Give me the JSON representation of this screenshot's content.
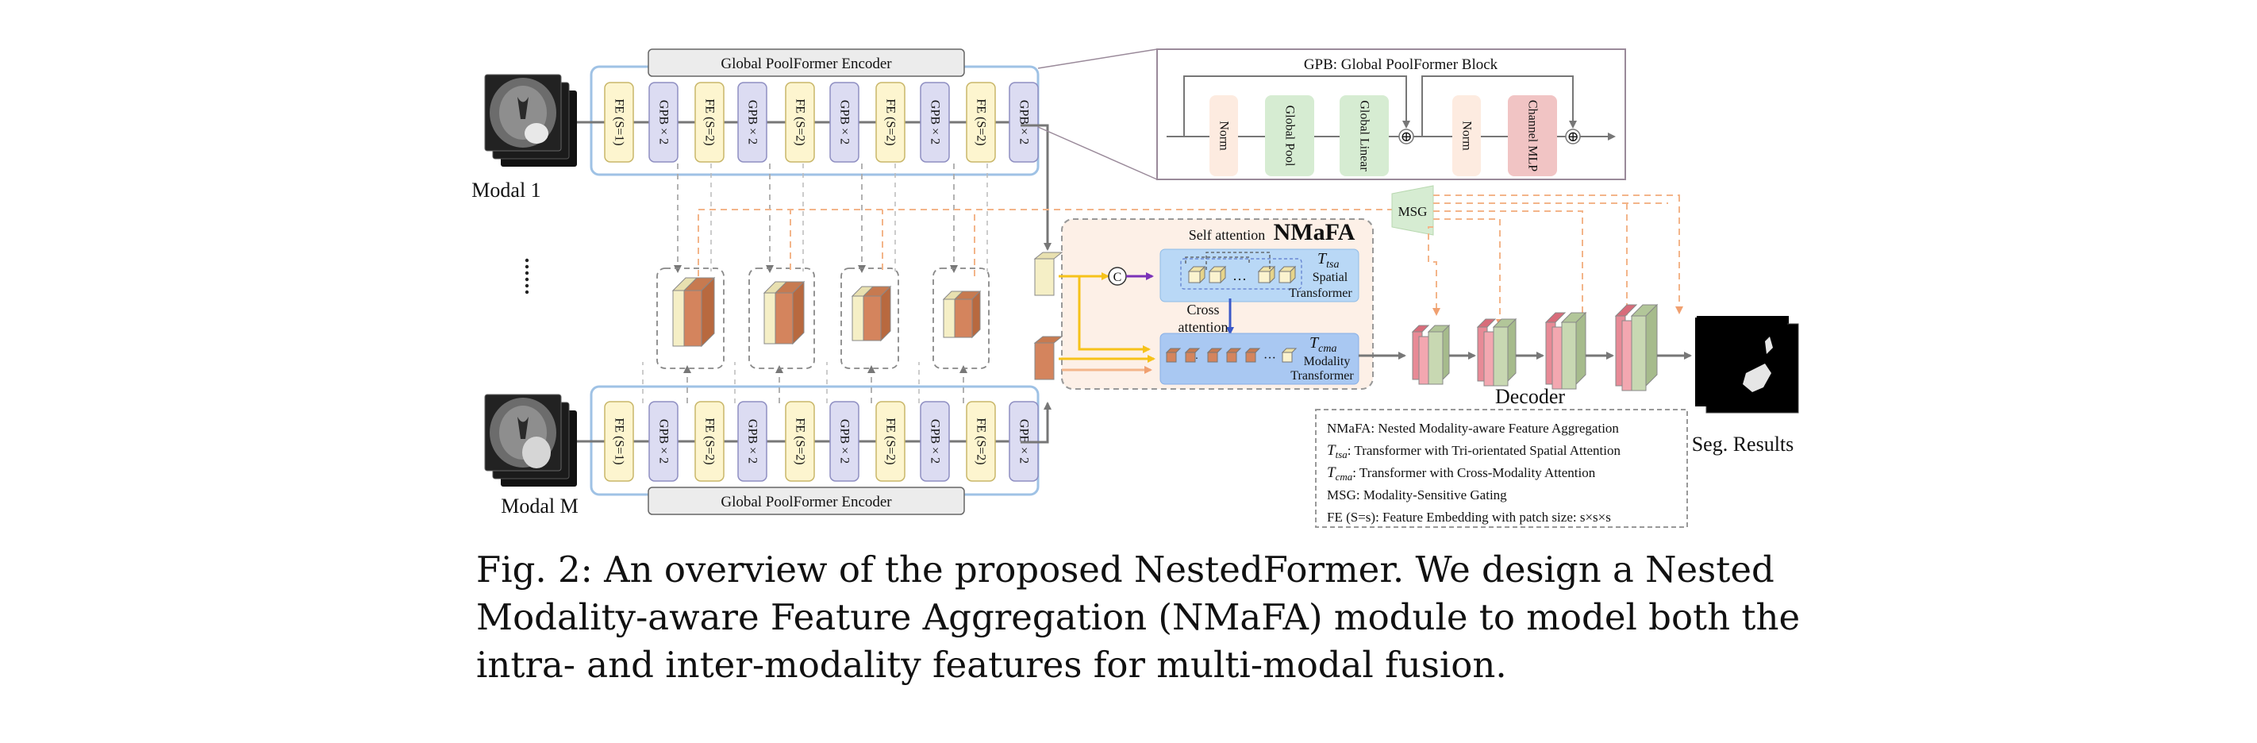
{
  "encoder": {
    "top_title": "Global PoolFormer Encoder",
    "bottom_title": "Global PoolFormer Encoder",
    "blocks": [
      "FE (S=1)",
      "GPB × 2",
      "FE (S=2)",
      "GPB × 2",
      "FE (S=2)",
      "GPB × 2",
      "FE (S=2)",
      "GPB × 2",
      "FE (S=2)",
      "GPB × 2"
    ]
  },
  "modal_top_label": "Modal 1",
  "modal_bottom_label": "Modal M",
  "gpb": {
    "title": "GPB: Global PoolFormer Block",
    "blocks": [
      "Norm",
      "Global Pool",
      "Global Linear",
      "Norm",
      "Channel MLP"
    ],
    "add_symbol": "⊕"
  },
  "msg_label": "MSG",
  "nmafa": {
    "title": "NMaFA",
    "self_attention": "Self attention",
    "cross_attention": "Cross attention",
    "concat_symbol": "C",
    "tsa_symbol": "T",
    "tsa_sub": "tsa",
    "tsa_desc_1": "Spatial",
    "tsa_desc_2": "Transformer",
    "cma_symbol": "T",
    "cma_sub": "cma",
    "cma_desc_1": "Modality",
    "cma_desc_2": "Transformer",
    "dots": "···"
  },
  "decoder_label": "Decoder",
  "seg_label": "Seg. Results",
  "legend": [
    {
      "sym": "",
      "sub": "",
      "text": "NMaFA: Nested Modality-aware Feature Aggregation"
    },
    {
      "sym": "T",
      "sub": "tsa",
      "text": ": Transformer with Tri-orientated Spatial Attention"
    },
    {
      "sym": "T",
      "sub": "cma",
      "text": ": Transformer with Cross-Modality Attention"
    },
    {
      "sym": "",
      "sub": "",
      "text": "MSG: Modality-Sensitive Gating"
    },
    {
      "sym": "",
      "sub": "",
      "text": "FE (S=s): Feature Embedding with patch size: s×s×s"
    }
  ],
  "caption": "Fig. 2: An overview of the proposed NestedFormer. We design a Nested Modality-aware Feature Aggregation (NMaFA) module to model both the intra- and inter-modality features for multi-modal fusion.",
  "colors": {
    "fe_fill": "#fdf5cf",
    "gpb_fill": "#dcdcf2",
    "enc_border": "#9fc2e5",
    "orange": "#f3b58a",
    "feat_dark": "#d4845d",
    "feat_light": "#f5efc6",
    "norm_fill": "#fdebe0",
    "pool_fill": "#d6ecd2",
    "mlp_fill": "#f1c4c4",
    "blue_fill": "#b9d8f6",
    "nmafa_fill": "#fdf0e7",
    "purple": "#7b32b8",
    "yellow": "#f6c21a",
    "dec_red": "#e88a96",
    "dec_green": "#c8d8b2"
  }
}
